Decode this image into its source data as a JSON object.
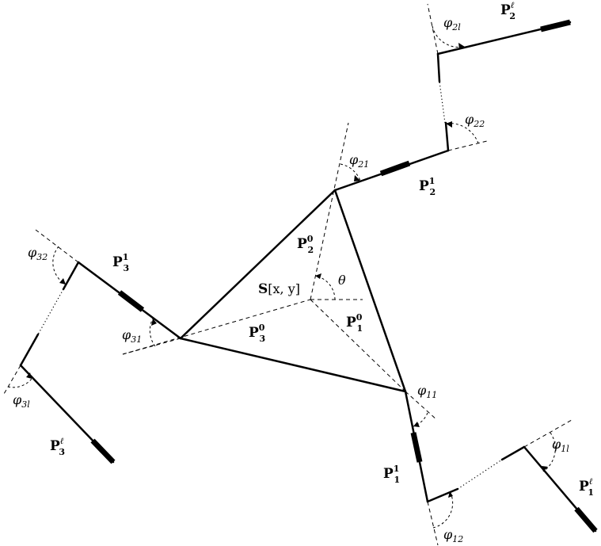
{
  "center_label": {
    "main": "S",
    "args": "[x, y]"
  },
  "theta_label": "θ",
  "legs": [
    {
      "id": "1",
      "base": {
        "main": "P",
        "sup": "0",
        "sub": "1"
      },
      "first": {
        "main": "P",
        "sup": "1",
        "sub": "1"
      },
      "last": {
        "main": "P",
        "sup": "ℓ",
        "sub": "1"
      },
      "angles": [
        {
          "sym": "φ",
          "sub": "11"
        },
        {
          "sym": "φ",
          "sub": "12"
        },
        {
          "sym": "φ",
          "sub": "1l"
        }
      ]
    },
    {
      "id": "2",
      "base": {
        "main": "P",
        "sup": "0",
        "sub": "2"
      },
      "first": {
        "main": "P",
        "sup": "1",
        "sub": "2"
      },
      "last": {
        "main": "P",
        "sup": "ℓ",
        "sub": "2"
      },
      "angles": [
        {
          "sym": "φ",
          "sub": "21"
        },
        {
          "sym": "φ",
          "sub": "22"
        },
        {
          "sym": "φ",
          "sub": "2l"
        }
      ]
    },
    {
      "id": "3",
      "base": {
        "main": "P",
        "sup": "0",
        "sub": "3"
      },
      "first": {
        "main": "P",
        "sup": "1",
        "sub": "3"
      },
      "last": {
        "main": "P",
        "sup": "ℓ",
        "sub": "3"
      },
      "angles": [
        {
          "sym": "φ",
          "sub": "31"
        },
        {
          "sym": "φ",
          "sub": "32"
        },
        {
          "sym": "φ",
          "sub": "3l"
        }
      ]
    }
  ]
}
